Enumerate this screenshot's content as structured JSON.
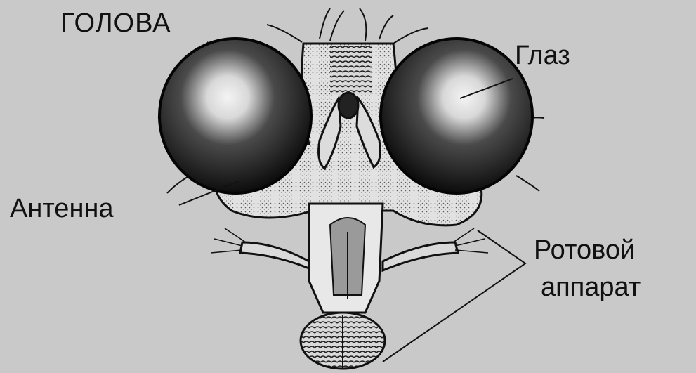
{
  "diagram": {
    "title": "ГОЛОВА",
    "labels": {
      "eye": "Глаз",
      "antenna": "Антенна",
      "mouthparts_line1": "Ротовой",
      "mouthparts_line2": "аппарат"
    }
  }
}
